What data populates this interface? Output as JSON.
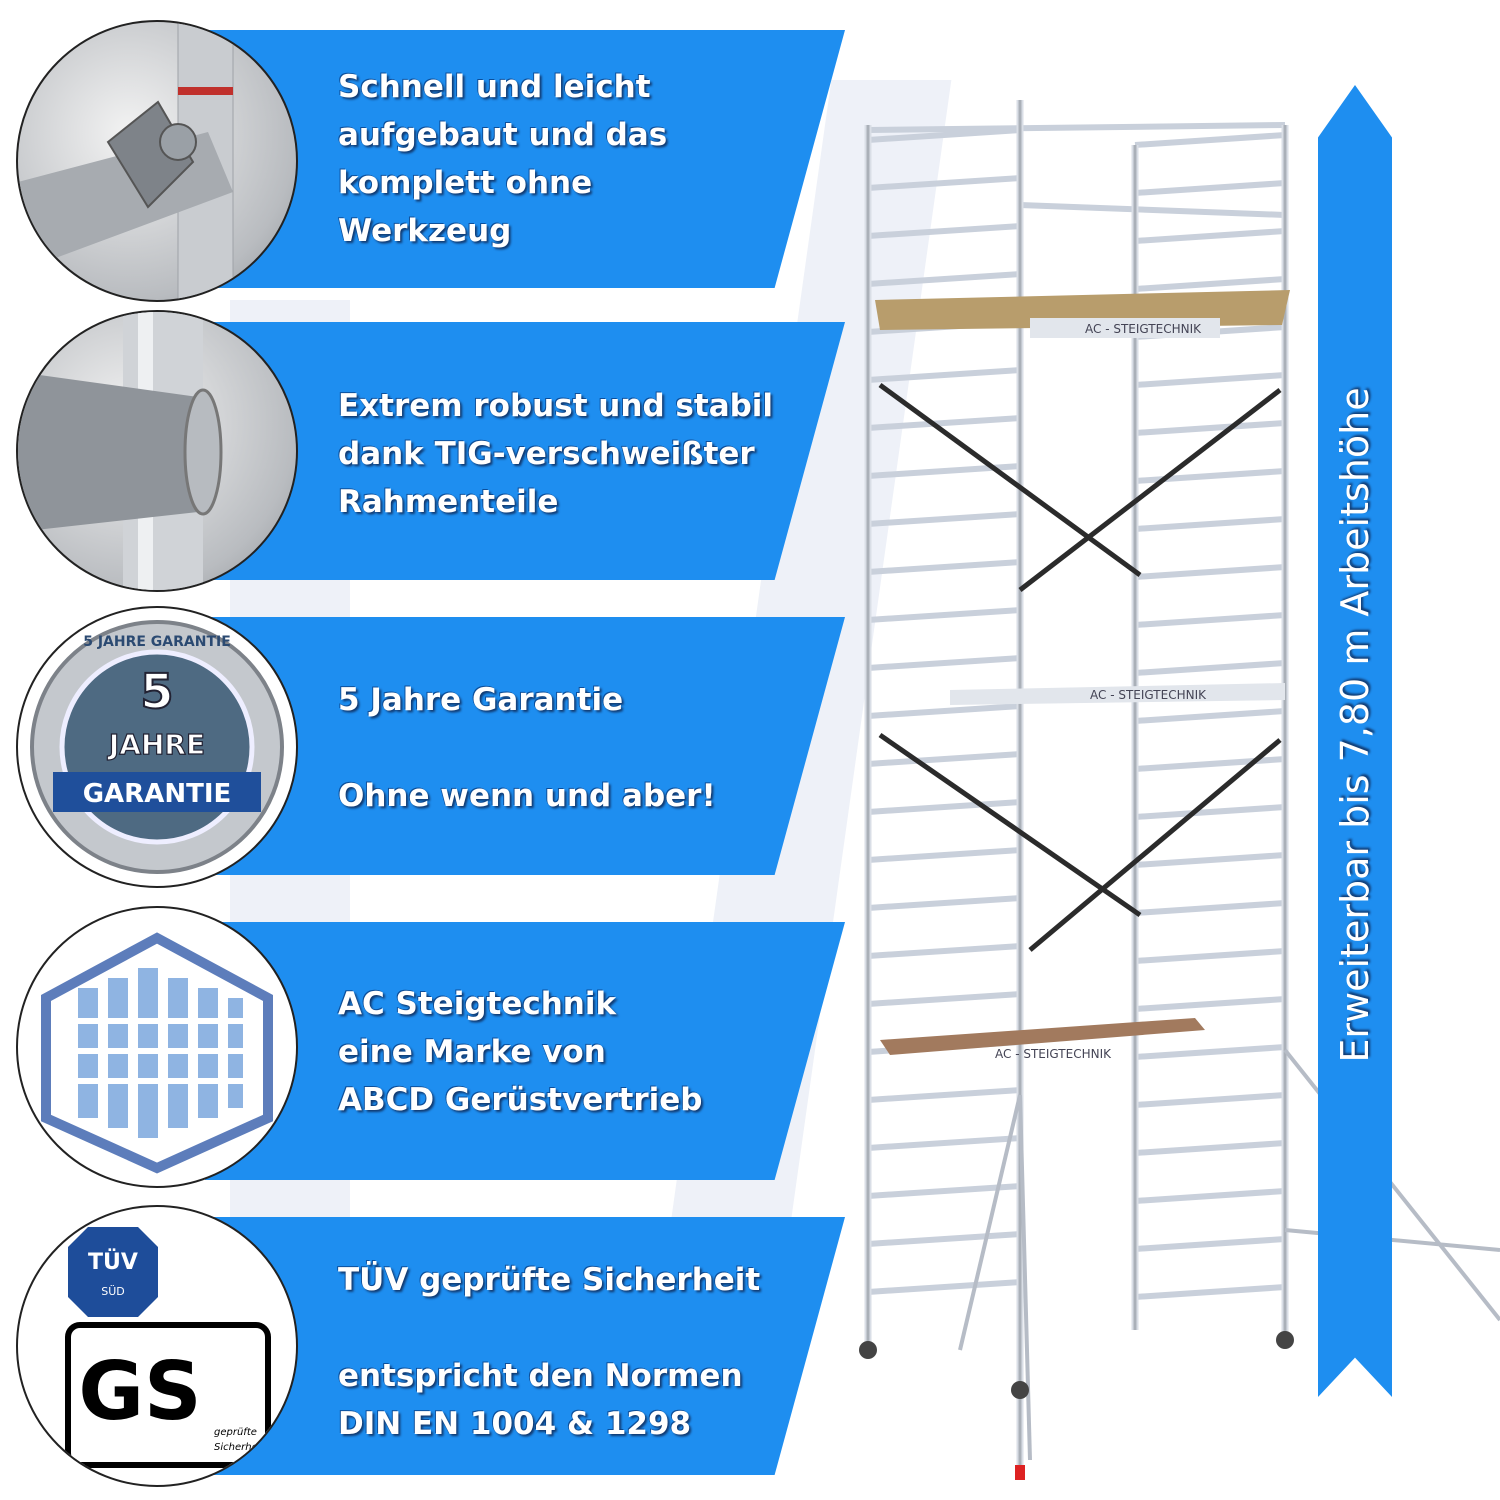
{
  "features": [
    {
      "lines": [
        "Schnell und leicht",
        "aufgebaut und das",
        "komplett ohne",
        "Werkzeug"
      ],
      "image": "clamp-coupling-photo"
    },
    {
      "lines": [
        "Extrem robust und stabil",
        "dank TIG-verschweißter",
        "Rahmenteile"
      ],
      "image": "weld-seam-photo"
    },
    {
      "lines": [
        "5 Jahre Garantie",
        "",
        "Ohne wenn und aber!"
      ],
      "image": "warranty-seal"
    },
    {
      "lines": [
        "AC Steigtechnik",
        "eine Marke von",
        "ABCD Gerüstvertrieb"
      ],
      "image": "building-logo"
    },
    {
      "lines": [
        "TÜV geprüfte Sicherheit",
        "",
        "entspricht den Normen",
        "DIN EN 1004 & 1298"
      ],
      "image": "tuv-gs-seal"
    }
  ],
  "seal": {
    "big": "5",
    "word1": "JAHRE",
    "word2": "GARANTIE",
    "ring": "5 JAHRE GARANTIE"
  },
  "tuv": {
    "top": "TÜV",
    "sub": "SÜD",
    "gs": "GS",
    "note1": "geprüfte",
    "note2": "Sicherheit"
  },
  "platform_label": "AC - STEIGTECHNIK",
  "height_banner": "Erweiterbar bis 7,80 m Arbeitshöhe",
  "colors": {
    "banner": "#1e8ef0",
    "text": "#ffffff"
  }
}
